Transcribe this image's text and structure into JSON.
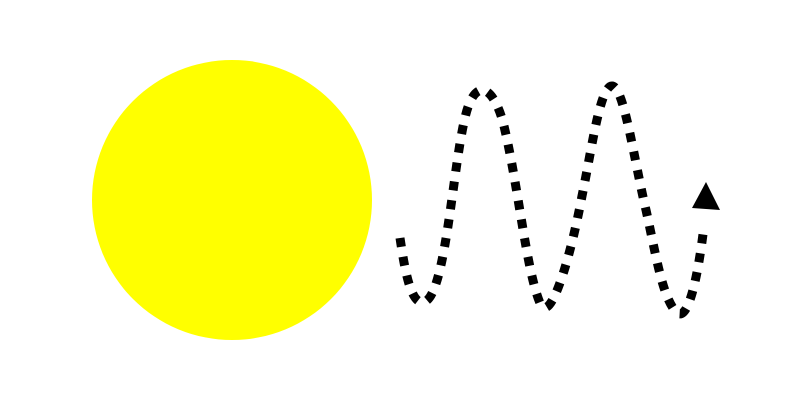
{
  "diagram": {
    "background_color": "#ffffff",
    "sun": {
      "icon": "sun-icon",
      "fill_color": "#ffff00"
    },
    "wave": {
      "icon": "wavy-arrow-icon",
      "stroke_color": "#000000",
      "line_style": "dotted",
      "arrowhead": "end",
      "direction": "up-right"
    }
  }
}
